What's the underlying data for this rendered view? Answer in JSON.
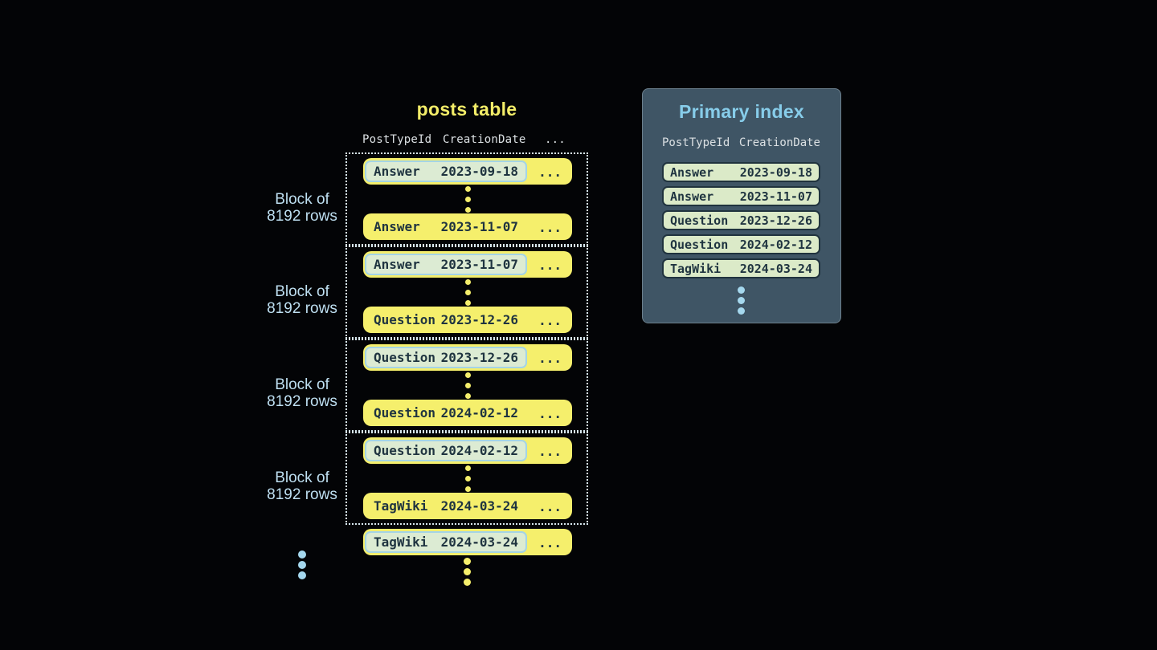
{
  "colors": {
    "background": "#030406",
    "row_yellow": "#f5ef6c",
    "row_text_navy": "#1f3440",
    "highlight_fill": "#dcebd3",
    "highlight_border": "#a4d4e6",
    "block_border_dotted": "#d8e8ef",
    "posts_title_yellow": "#f3ed68",
    "header_text": "#dbe0e3",
    "block_label_blue": "#bedff1",
    "panel_background": "#3f5565",
    "panel_title_blue": "#87cdea",
    "index_row_fill": "#dbeac8",
    "index_row_border": "#20333e",
    "blue_dot": "#a5d8ee"
  },
  "posts_table": {
    "title": "posts table",
    "headers": [
      "PostTypeId",
      "CreationDate",
      "..."
    ],
    "ellipsis": "...",
    "blocks": [
      {
        "label": [
          "Block of",
          "8192 rows"
        ],
        "first": {
          "type": "Answer",
          "date": "2023-09-18"
        },
        "last": {
          "type": "Answer",
          "date": "2023-11-07"
        }
      },
      {
        "label": [
          "Block of",
          "8192 rows"
        ],
        "first": {
          "type": "Answer",
          "date": "2023-11-07"
        },
        "last": {
          "type": "Question",
          "date": "2023-12-26"
        }
      },
      {
        "label": [
          "Block of",
          "8192 rows"
        ],
        "first": {
          "type": "Question",
          "date": "2023-12-26"
        },
        "last": {
          "type": "Question",
          "date": "2024-02-12"
        }
      },
      {
        "label": [
          "Block of",
          "8192 rows"
        ],
        "first": {
          "type": "Question",
          "date": "2024-02-12"
        },
        "last": {
          "type": "TagWiki",
          "date": "2024-03-24"
        }
      }
    ],
    "trailing_row": {
      "type": "TagWiki",
      "date": "2024-03-24"
    }
  },
  "primary_index": {
    "title": "Primary index",
    "headers": [
      "PostTypeId",
      "CreationDate"
    ],
    "rows": [
      {
        "type": "Answer",
        "date": "2023-09-18"
      },
      {
        "type": "Answer",
        "date": "2023-11-07"
      },
      {
        "type": "Question",
        "date": "2023-12-26"
      },
      {
        "type": "Question",
        "date": "2024-02-12"
      },
      {
        "type": "TagWiki",
        "date": "2024-03-24"
      }
    ]
  }
}
